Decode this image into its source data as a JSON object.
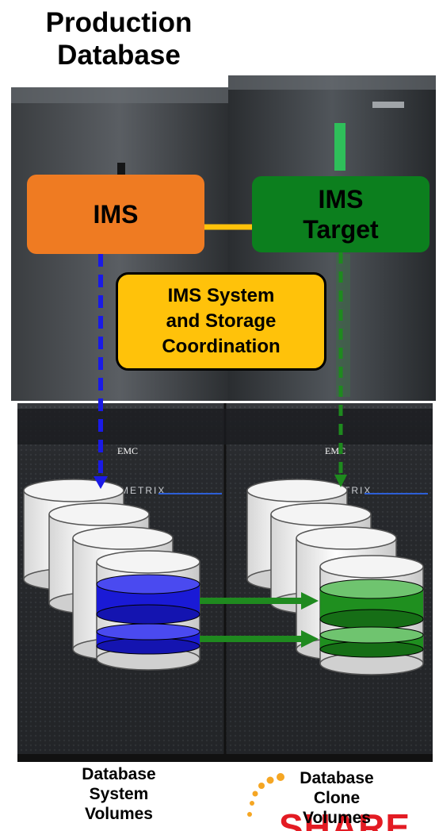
{
  "title": {
    "line1": "Production",
    "line2": "Database"
  },
  "boxes": {
    "ims": "IMS",
    "target_line1": "IMS",
    "target_line2": "Target",
    "coord_line1": "IMS System",
    "coord_line2": "and Storage",
    "coord_line3": "Coordination"
  },
  "storage_labels": {
    "left": "EMC",
    "right": "EMC",
    "brand": "METRIX"
  },
  "captions": {
    "left_line1": "Database",
    "left_line2": "System",
    "left_line3": "Volumes",
    "right_line1": "Database",
    "right_line2": "Clone",
    "right_line3": "Volumes"
  },
  "logo": {
    "text": "SHARE"
  },
  "colors": {
    "ims": "#ef7b22",
    "target": "#0c7f1e",
    "coordination": "#ffc20a",
    "system_volume": "#1a1ad6",
    "clone_volume": "#1f8f1f",
    "link_arrow": "#ffc20a",
    "ims_dash": "#1a1ae6",
    "target_dash": "#1e8a1e",
    "copy_arrow": "#1f8a1f",
    "logo_red": "#e31b23",
    "logo_orange": "#f5a623"
  }
}
